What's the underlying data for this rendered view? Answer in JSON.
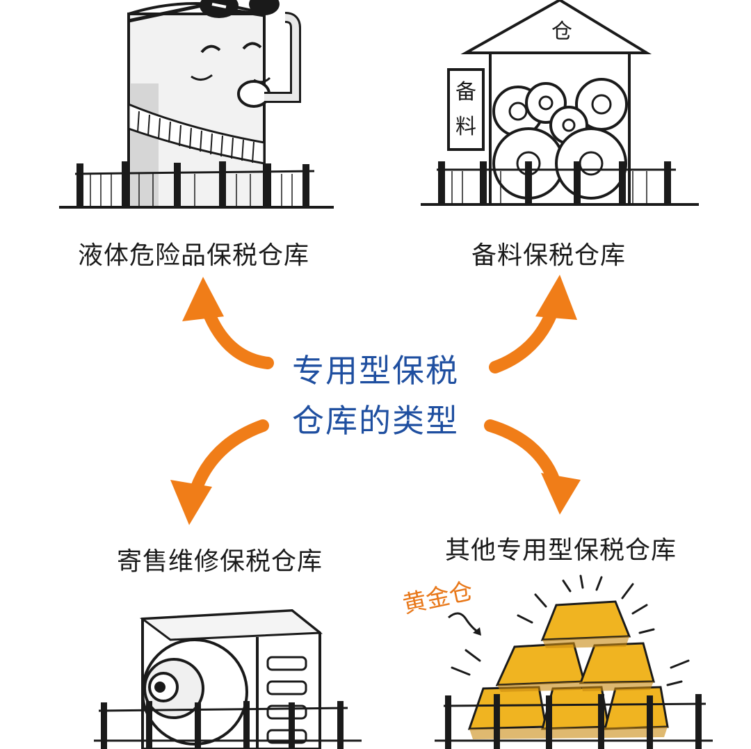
{
  "center": {
    "line1": "专用型保税",
    "line2": "仓库的类型"
  },
  "types": [
    {
      "label": "液体危险品保税仓库",
      "icon": "liquid-tank-icon"
    },
    {
      "label": "备料保税仓库",
      "icon": "material-warehouse-icon"
    },
    {
      "label": "寄售维修保税仓库",
      "icon": "repair-machine-icon"
    },
    {
      "label": "其他专用型保税仓库",
      "icon": "gold-bars-icon"
    }
  ],
  "illustrations": {
    "warehouse_roof_sign": "仓",
    "warehouse_side_sign": [
      "备",
      "料"
    ],
    "gold_tag": "黄金仓"
  },
  "colors": {
    "arrow": "#f07d18",
    "title": "#1f4fa0",
    "gold": "#f0b421",
    "ink": "#1a1a1a"
  }
}
